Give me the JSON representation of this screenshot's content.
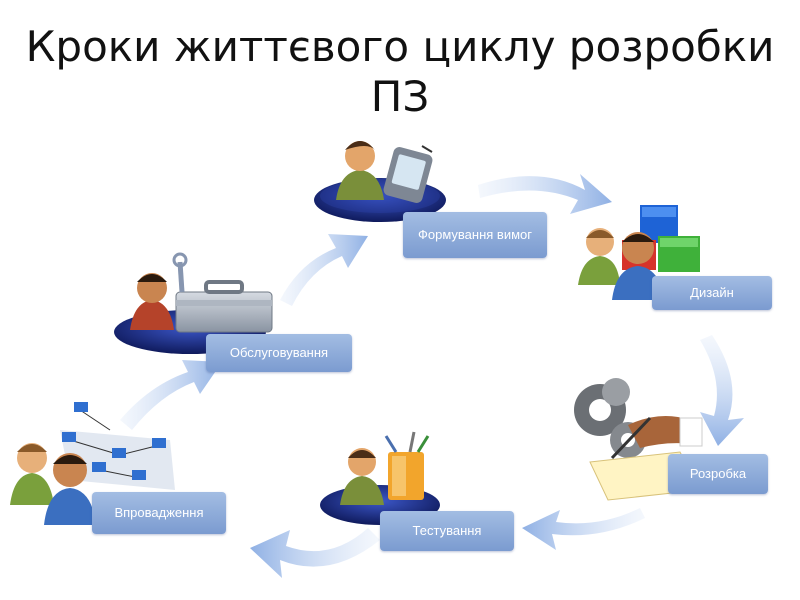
{
  "title": "Кроки життєвого циклу розробки ПЗ",
  "stages": {
    "requirements": "Формування вимог",
    "design": "Дизайн",
    "development": "Розробка",
    "testing": "Тестування",
    "deployment": "Впровадження",
    "maintenance": "Обслуговування"
  },
  "colors": {
    "label_fill": "#8aa8d8",
    "arrow": "#a9c1ea",
    "platform": "#1e2f86"
  }
}
